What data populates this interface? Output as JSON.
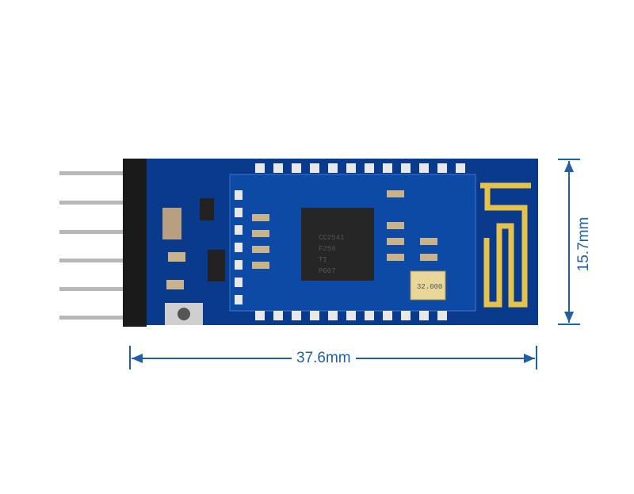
{
  "product": {
    "chip_marking": [
      "CC2541",
      "F256",
      "TI",
      "PG07"
    ],
    "crystal_marking": "32.000"
  },
  "dimensions": {
    "width_label": "37.6mm",
    "height_label": "15.7mm",
    "color": "#1e5fa8"
  },
  "colors": {
    "pcb": "#0a3a8c",
    "antenna": "#e5c24a"
  }
}
